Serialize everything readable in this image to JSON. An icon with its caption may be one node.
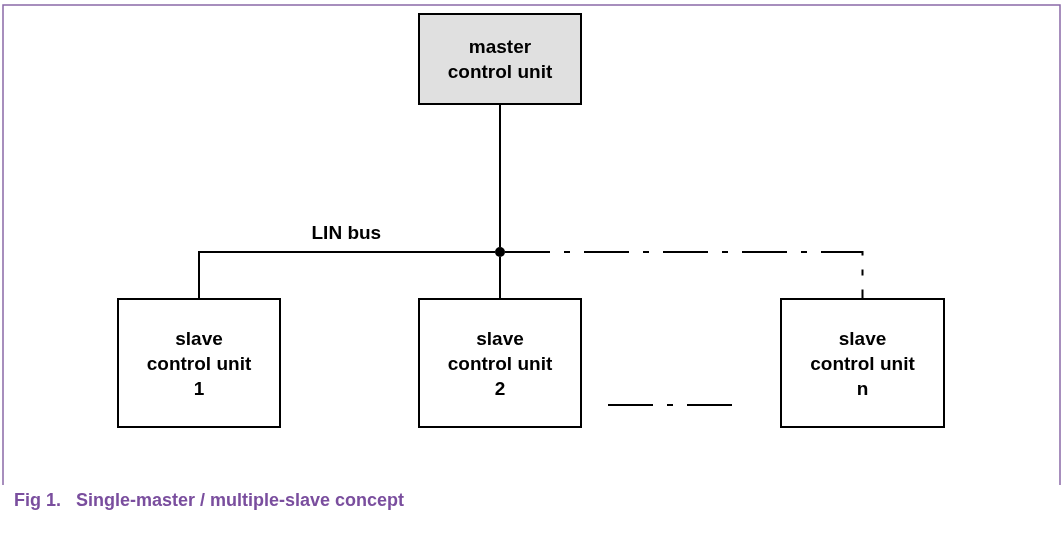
{
  "diagram": {
    "caption": "Fig 1.   Single-master / multiple-slave concept",
    "nodes": [
      {
        "text": [
          "master control unit"
        ]
      },
      {
        "text": [
          "slave control unit 1"
        ]
      },
      {
        "text": [
          "slave control unit 2"
        ]
      },
      {
        "text": [
          "slave control unit n"
        ]
      },
      {
        "text": [],
        "shape": "circle"
      }
    ],
    "edges": [
      {
        "from": 0,
        "to": 4,
        "arrow": "none"
      },
      {
        "from": 4,
        "to": 1,
        "arrow": "none",
        "label": "LIN bus"
      },
      {
        "from": 4,
        "to": 2,
        "arrow": "none"
      },
      {
        "from": 4,
        "to": 3,
        "arrow": "none",
        "style": "dashed"
      }
    ]
  }
}
